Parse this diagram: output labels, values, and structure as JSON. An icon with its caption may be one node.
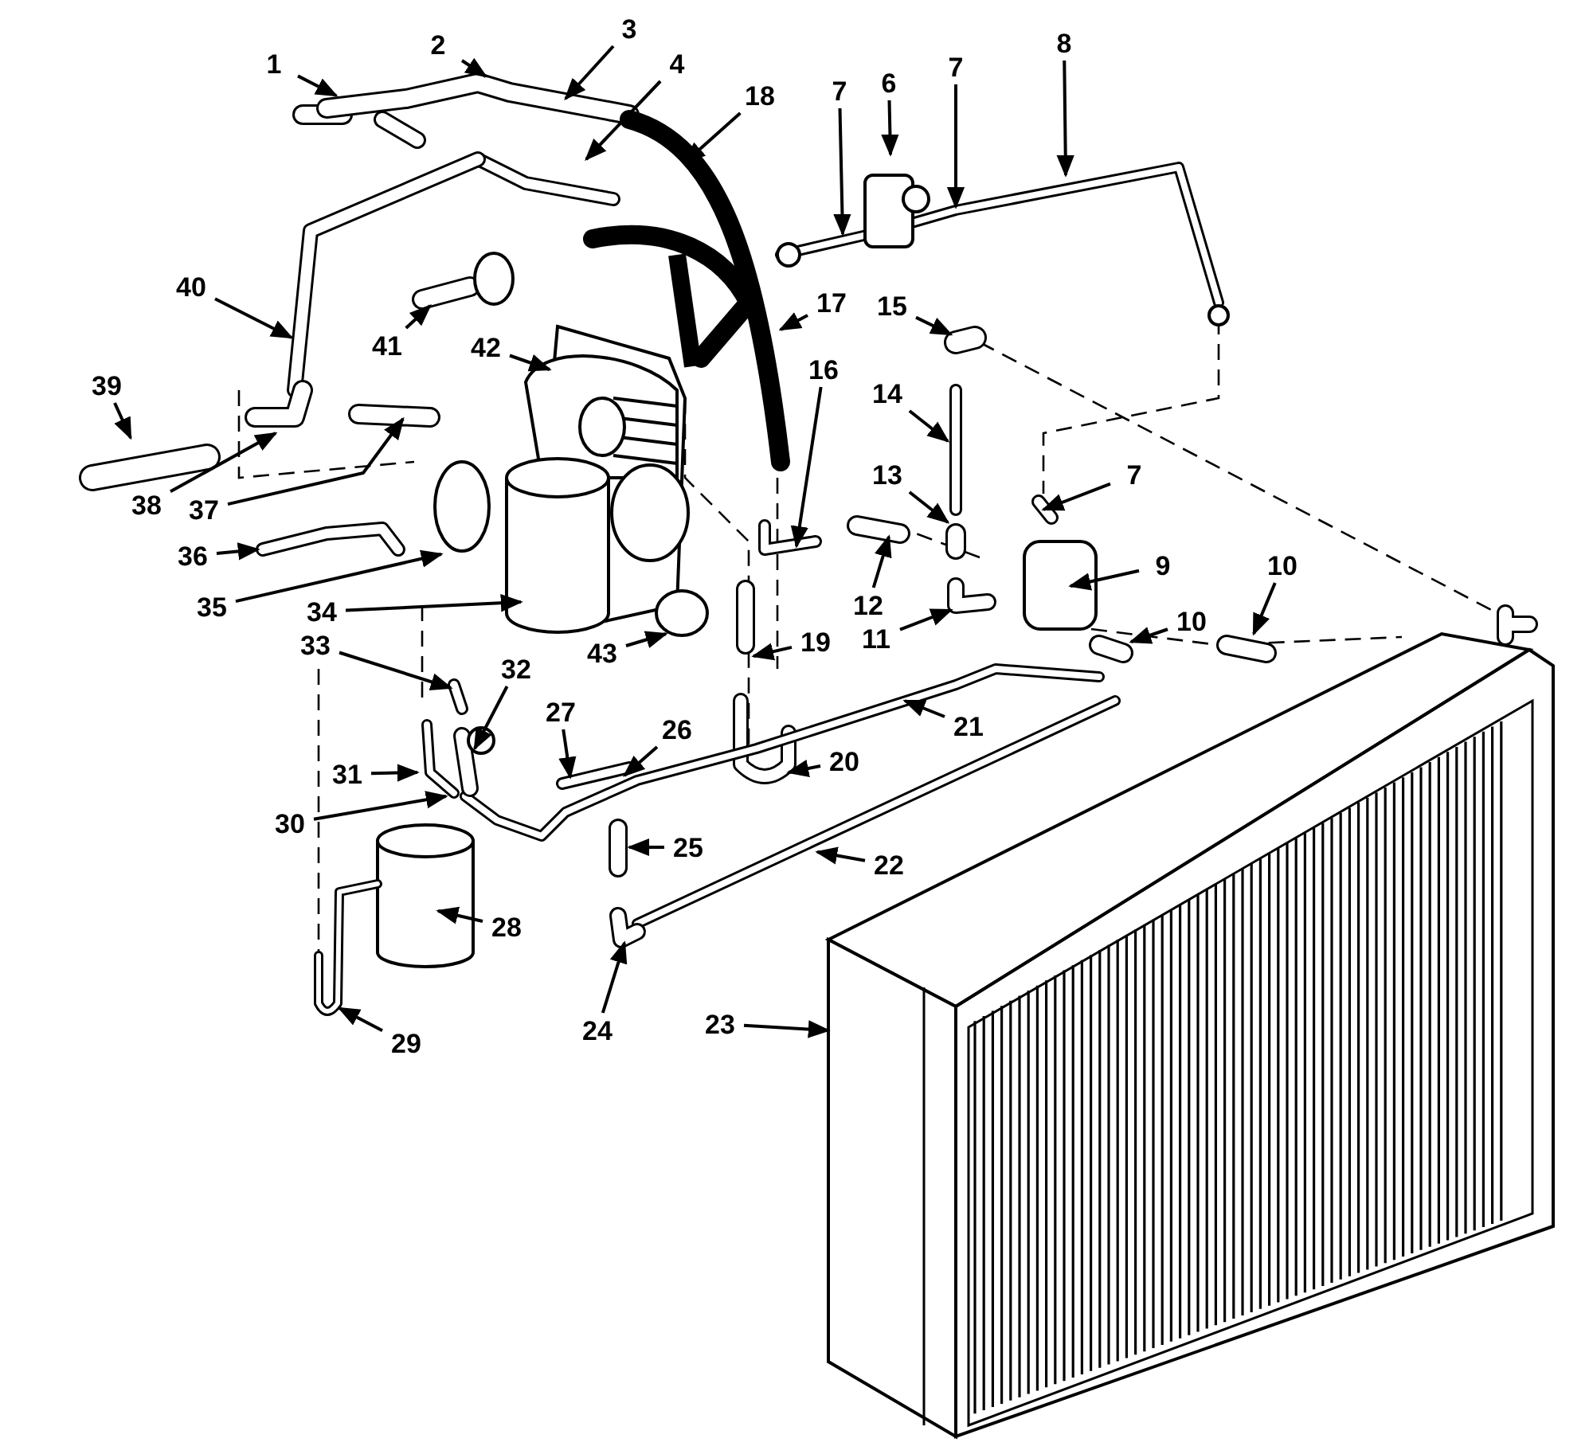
{
  "diagram": {
    "nodes": [
      {
        "text": [
          "1"
        ]
      },
      {
        "text": [
          "2"
        ]
      },
      {
        "text": [
          "3"
        ]
      },
      {
        "text": [
          "4"
        ]
      },
      {
        "text": [
          "18"
        ]
      },
      {
        "text": [
          "7"
        ]
      },
      {
        "text": [
          "6"
        ]
      },
      {
        "text": [
          "7"
        ]
      },
      {
        "text": [
          "8"
        ]
      },
      {
        "text": [
          "40"
        ]
      },
      {
        "text": [
          "17"
        ]
      },
      {
        "text": [
          "15"
        ]
      },
      {
        "text": [
          "41"
        ]
      },
      {
        "text": [
          "42"
        ]
      },
      {
        "text": [
          "16"
        ]
      },
      {
        "text": [
          "39"
        ]
      },
      {
        "text": [
          "14"
        ]
      },
      {
        "text": [
          "13"
        ]
      },
      {
        "text": [
          "7"
        ]
      },
      {
        "text": [
          "38"
        ]
      },
      {
        "text": [
          "37"
        ]
      },
      {
        "text": [
          "36"
        ]
      },
      {
        "text": [
          "9"
        ]
      },
      {
        "text": [
          "10"
        ]
      },
      {
        "text": [
          "35"
        ]
      },
      {
        "text": [
          "12"
        ]
      },
      {
        "text": [
          "34"
        ]
      },
      {
        "text": [
          "11"
        ]
      },
      {
        "text": [
          "10"
        ]
      },
      {
        "text": [
          "33"
        ]
      },
      {
        "text": [
          "43"
        ]
      },
      {
        "text": [
          "19"
        ]
      },
      {
        "text": [
          "32"
        ]
      },
      {
        "text": [
          "27"
        ]
      },
      {
        "text": [
          "21"
        ]
      },
      {
        "text": [
          "26"
        ]
      },
      {
        "text": [
          "20"
        ]
      },
      {
        "text": [
          "31"
        ]
      },
      {
        "text": [
          "30"
        ]
      },
      {
        "text": [
          "25"
        ]
      },
      {
        "text": [
          "22"
        ]
      },
      {
        "text": [
          "28"
        ]
      },
      {
        "text": [
          "23"
        ]
      },
      {
        "text": [
          "29"
        ]
      },
      {
        "text": [
          "24"
        ]
      }
    ],
    "edges": [
      {
        "from": 0,
        "to": null,
        "arrow": "to"
      },
      {
        "from": 1,
        "to": null,
        "arrow": "to"
      },
      {
        "from": 2,
        "to": null,
        "arrow": "to"
      },
      {
        "from": 3,
        "to": null,
        "arrow": "to"
      },
      {
        "from": 4,
        "to": null,
        "arrow": "to"
      },
      {
        "from": 5,
        "to": null,
        "arrow": "to"
      },
      {
        "from": 6,
        "to": null,
        "arrow": "to"
      },
      {
        "from": 7,
        "to": null,
        "arrow": "to"
      },
      {
        "from": 8,
        "to": null,
        "arrow": "to"
      },
      {
        "from": 9,
        "to": null,
        "arrow": "to"
      },
      {
        "from": 10,
        "to": null,
        "arrow": "to"
      },
      {
        "from": 11,
        "to": null,
        "arrow": "to"
      },
      {
        "from": 12,
        "to": null,
        "arrow": "to"
      },
      {
        "from": 13,
        "to": null,
        "arrow": "to"
      },
      {
        "from": 14,
        "to": null,
        "arrow": "to"
      },
      {
        "from": 15,
        "to": null,
        "arrow": "to"
      },
      {
        "from": 16,
        "to": null,
        "arrow": "to"
      },
      {
        "from": 17,
        "to": null,
        "arrow": "to"
      },
      {
        "from": 18,
        "to": null,
        "arrow": "to"
      },
      {
        "from": 19,
        "to": null,
        "arrow": "to"
      },
      {
        "from": 20,
        "to": null,
        "arrow": "to"
      },
      {
        "from": 21,
        "to": null,
        "arrow": "to"
      },
      {
        "from": 22,
        "to": null,
        "arrow": "to"
      },
      {
        "from": 23,
        "to": null,
        "arrow": "to"
      },
      {
        "from": 24,
        "to": null,
        "arrow": "to"
      },
      {
        "from": 25,
        "to": null,
        "arrow": "to"
      },
      {
        "from": 26,
        "to": null,
        "arrow": "to"
      },
      {
        "from": 27,
        "to": null,
        "arrow": "to"
      },
      {
        "from": 28,
        "to": null,
        "arrow": "to"
      },
      {
        "from": 29,
        "to": null,
        "arrow": "to"
      },
      {
        "from": 30,
        "to": null,
        "arrow": "to"
      },
      {
        "from": 31,
        "to": null,
        "arrow": "to"
      },
      {
        "from": 32,
        "to": null,
        "arrow": "to"
      },
      {
        "from": 33,
        "to": null,
        "arrow": "to"
      },
      {
        "from": 34,
        "to": null,
        "arrow": "to"
      },
      {
        "from": 35,
        "to": null,
        "arrow": "to"
      },
      {
        "from": 36,
        "to": null,
        "arrow": "to"
      },
      {
        "from": 37,
        "to": null,
        "arrow": "to"
      },
      {
        "from": 38,
        "to": null,
        "arrow": "to"
      },
      {
        "from": 39,
        "to": null,
        "arrow": "to"
      },
      {
        "from": 40,
        "to": null,
        "arrow": "to"
      },
      {
        "from": 41,
        "to": null,
        "arrow": "to"
      },
      {
        "from": 42,
        "to": null,
        "arrow": "to"
      },
      {
        "from": 43,
        "to": null,
        "arrow": "to"
      },
      {
        "from": 44,
        "to": null,
        "arrow": "to"
      }
    ]
  }
}
